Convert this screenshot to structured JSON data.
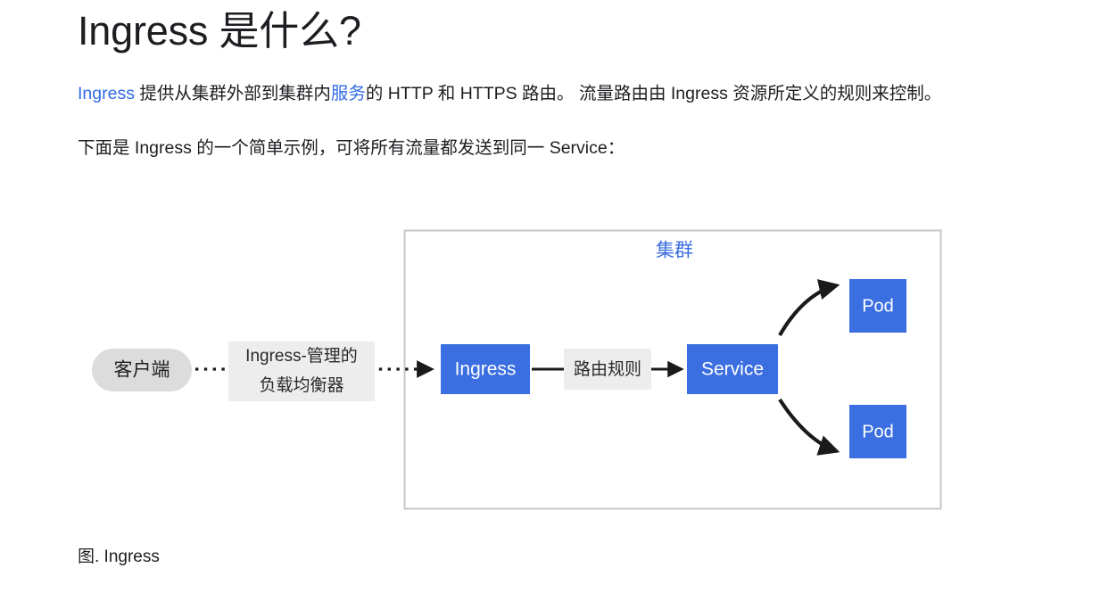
{
  "page": {
    "title": "Ingress 是什么?",
    "background": "#ffffff",
    "text_color": "#1c1e21",
    "link_color": "#326ce5"
  },
  "paragraphs": {
    "p1": {
      "link1": "Ingress",
      "seg1": " 提供从集群外部到集群内",
      "link2": "服务",
      "seg2": "的 HTTP 和 HTTPS 路由。 流量路由由 Ingress 资源所定义的规则来控制。"
    },
    "p2": {
      "text": "下面是 Ingress 的一个简单示例，可将所有流量都发送到同一 Service："
    }
  },
  "figure": {
    "caption": "图. Ingress",
    "cluster_title": "集群",
    "cluster_border_color": "#c7c7cc",
    "node_blue": "#3b6ee0",
    "client_fill": "#dcdcdc",
    "edge_label_bg": "#ededed",
    "nodes": {
      "client": "客户端",
      "ingress": "Ingress",
      "service": "Service",
      "pod_top": "Pod",
      "pod_bottom": "Pod"
    },
    "edges": {
      "client_to_ingress_line1": "Ingress-管理的",
      "client_to_ingress_line2": "负载均衡器",
      "ingress_to_service": "路由规则"
    }
  }
}
